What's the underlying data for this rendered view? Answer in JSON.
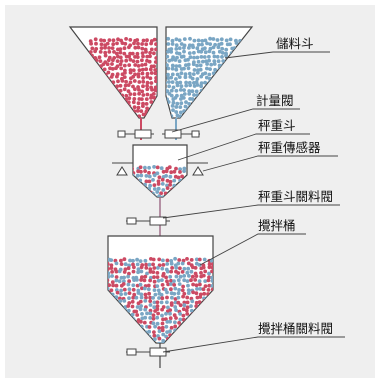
{
  "labels": {
    "storage_hopper": "儲料斗",
    "metering_valve": "計量閥",
    "weigh_hopper": "秤重斗",
    "load_cell": "秤重傳感器",
    "weigh_hopper_gate": "秤重斗關料閥",
    "mixing_drum": "攪拌桶",
    "mixing_drum_gate": "攪拌桶關料閥"
  },
  "colors": {
    "background": "#efefef",
    "vessel_fill": "#ffffff",
    "outline": "#444444",
    "particle_red": "#cc4a63",
    "particle_blue": "#7aa6c4"
  }
}
